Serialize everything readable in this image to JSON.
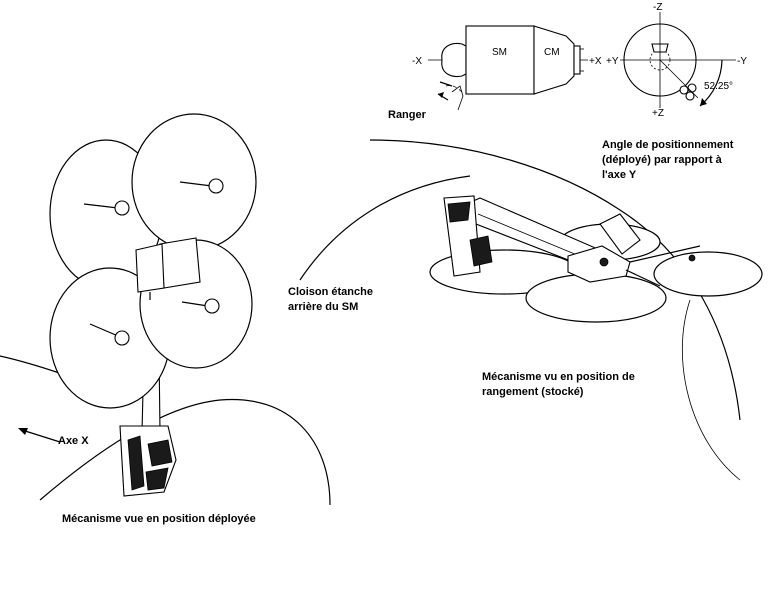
{
  "labels": {
    "minus_x": "-X",
    "plus_x": "+X",
    "sm": "SM",
    "cm": "CM",
    "ranger": "Ranger",
    "minus_z": "-Z",
    "plus_z": "+Z",
    "plus_y": "+Y",
    "minus_y": "-Y",
    "angle_value": "52.25°",
    "angle_caption": [
      "Angle de positionnement",
      "(déployé) par rapport à",
      "l'axe Y"
    ],
    "bulkhead_caption": [
      "Cloison étanche",
      "arrière du SM"
    ],
    "axe_x": "Axe X",
    "deployed_caption": "Mécanisme vue en position déployée",
    "stowed_caption": [
      "Mécanisme vu en position de",
      "rangement (stocké)"
    ]
  }
}
